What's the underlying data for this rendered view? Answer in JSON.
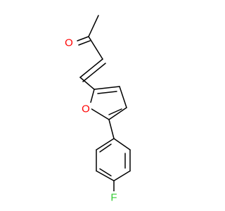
{
  "molecule": {
    "atoms": [
      {
        "id": "O1",
        "symbol": "O",
        "color": "#ff0000"
      },
      {
        "id": "O2",
        "symbol": "O",
        "color": "#ff0000"
      },
      {
        "id": "F1",
        "symbol": "F",
        "color": "#33cc33"
      }
    ]
  }
}
